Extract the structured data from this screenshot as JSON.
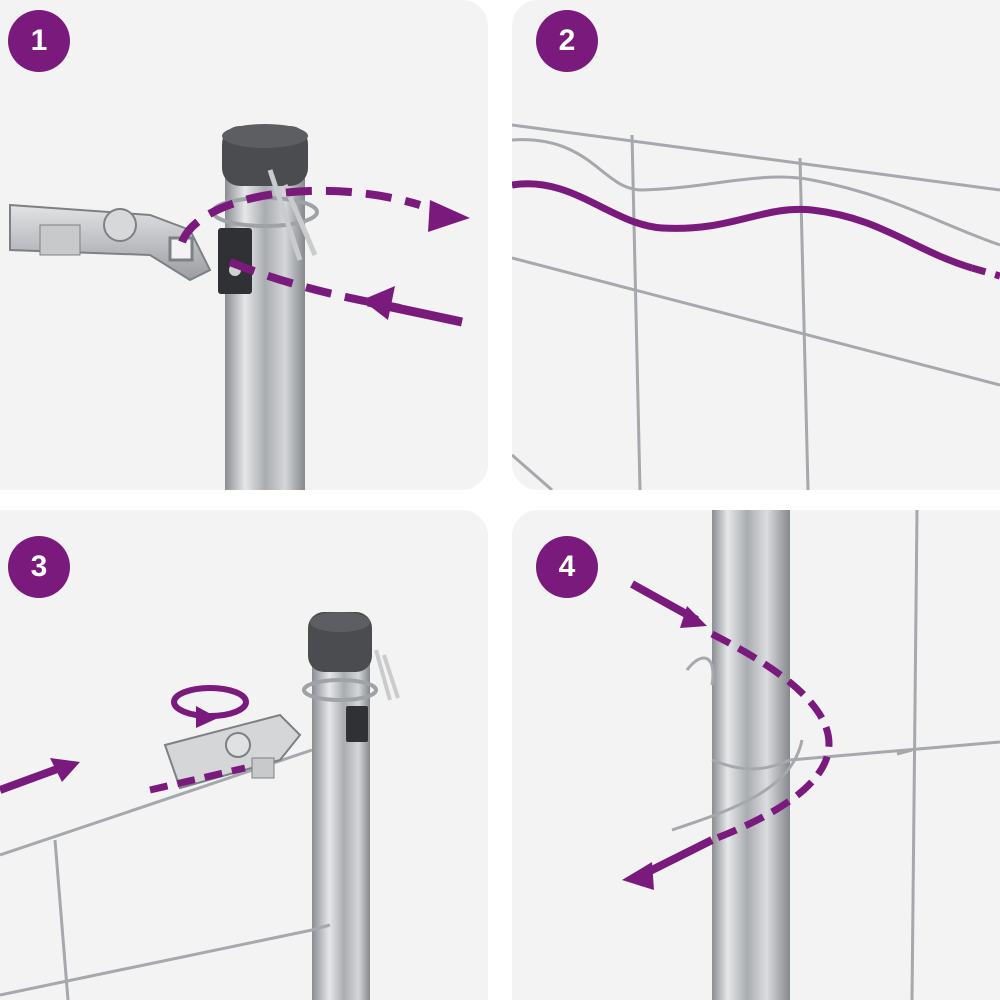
{
  "colors": {
    "accent": "#7b1a7d",
    "panel_bg": "#f3f3f3",
    "metal": "#b9bcc0",
    "cap": "#4a4c50"
  },
  "steps": [
    {
      "number": "1"
    },
    {
      "number": "2"
    },
    {
      "number": "3"
    },
    {
      "number": "4"
    }
  ]
}
